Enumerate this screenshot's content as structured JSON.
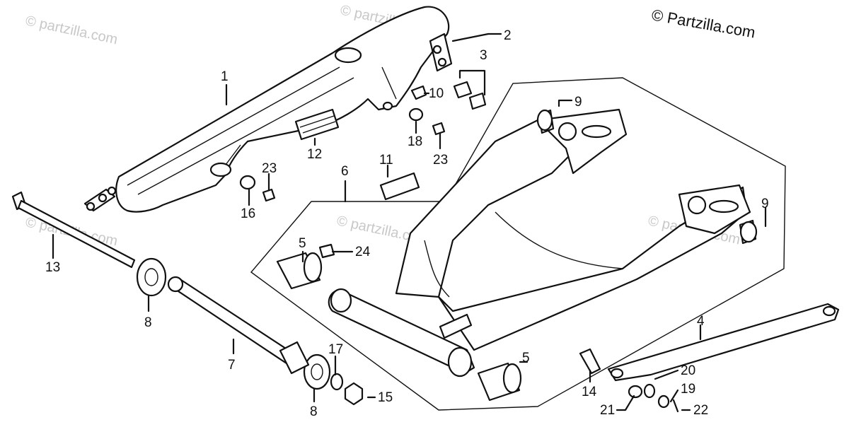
{
  "copyright": "© Partzilla.com",
  "watermark": "© partzilla.com",
  "callouts": [
    "1",
    "2",
    "3",
    "4",
    "5",
    "5",
    "6",
    "7",
    "8",
    "8",
    "9",
    "9",
    "10",
    "11",
    "12",
    "13",
    "14",
    "15",
    "16",
    "17",
    "18",
    "19",
    "20",
    "21",
    "22",
    "23",
    "23",
    "24"
  ],
  "colors": {
    "line": "#111111",
    "background": "#ffffff",
    "watermark": "#c8c8c8"
  }
}
